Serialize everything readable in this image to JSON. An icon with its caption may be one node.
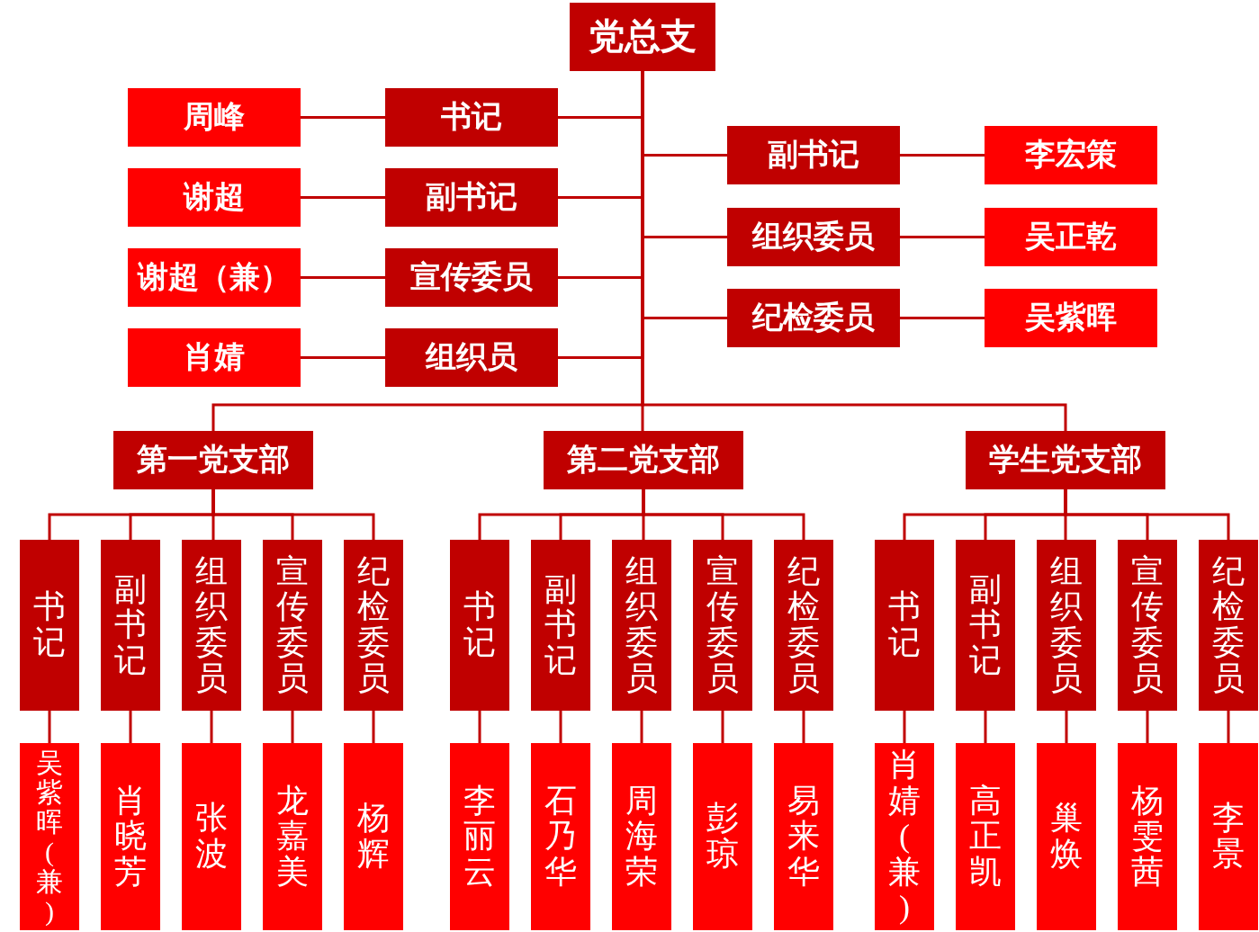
{
  "diagram": {
    "nodes": [
      {
        "text": [
          "党总支"
        ]
      },
      {
        "text": [
          "周峰"
        ]
      },
      {
        "text": [
          "书记"
        ]
      },
      {
        "text": [
          "谢超"
        ]
      },
      {
        "text": [
          "副书记"
        ]
      },
      {
        "text": [
          "谢超（兼）"
        ]
      },
      {
        "text": [
          "宣传委员"
        ]
      },
      {
        "text": [
          "肖婧"
        ]
      },
      {
        "text": [
          "组织员"
        ]
      },
      {
        "text": [
          "副书记"
        ]
      },
      {
        "text": [
          "李宏策"
        ]
      },
      {
        "text": [
          "组织委员"
        ]
      },
      {
        "text": [
          "吴正乾"
        ]
      },
      {
        "text": [
          "纪检委员"
        ]
      },
      {
        "text": [
          "吴紫晖"
        ]
      },
      {
        "text": [
          "第一党支部"
        ]
      },
      {
        "text": [
          "第二党支部"
        ]
      },
      {
        "text": [
          "学生党支部"
        ]
      },
      {
        "text": [
          "书记"
        ]
      },
      {
        "text": [
          "副书记"
        ]
      },
      {
        "text": [
          "组织委员"
        ]
      },
      {
        "text": [
          "宣传委员"
        ]
      },
      {
        "text": [
          "纪检委员"
        ]
      },
      {
        "text": [
          "书记"
        ]
      },
      {
        "text": [
          "副书记"
        ]
      },
      {
        "text": [
          "组织委员"
        ]
      },
      {
        "text": [
          "宣传委员"
        ]
      },
      {
        "text": [
          "纪检委员"
        ]
      },
      {
        "text": [
          "书记"
        ]
      },
      {
        "text": [
          "副书记"
        ]
      },
      {
        "text": [
          "组织委员"
        ]
      },
      {
        "text": [
          "宣传委员"
        ]
      },
      {
        "text": [
          "纪检委员"
        ]
      },
      {
        "text": [
          "吴紫晖(兼)"
        ]
      },
      {
        "text": [
          "肖晓芳"
        ]
      },
      {
        "text": [
          "张波"
        ]
      },
      {
        "text": [
          "龙嘉美"
        ]
      },
      {
        "text": [
          "杨辉"
        ]
      },
      {
        "text": [
          "李丽云"
        ]
      },
      {
        "text": [
          "石乃华"
        ]
      },
      {
        "text": [
          "周海荣"
        ]
      },
      {
        "text": [
          "彭琼"
        ]
      },
      {
        "text": [
          "易来华"
        ]
      },
      {
        "text": [
          "肖婧(兼)"
        ]
      },
      {
        "text": [
          "高正凯"
        ]
      },
      {
        "text": [
          "巢焕"
        ]
      },
      {
        "text": [
          "杨雯茜"
        ]
      },
      {
        "text": [
          "李景"
        ]
      }
    ],
    "edges": [
      {
        "from": 0,
        "to": 2,
        "arrow": "none"
      },
      {
        "from": 2,
        "to": 1,
        "arrow": "none"
      },
      {
        "from": 0,
        "to": 4,
        "arrow": "none"
      },
      {
        "from": 4,
        "to": 3,
        "arrow": "none"
      },
      {
        "from": 0,
        "to": 6,
        "arrow": "none"
      },
      {
        "from": 6,
        "to": 5,
        "arrow": "none"
      },
      {
        "from": 0,
        "to": 8,
        "arrow": "none"
      },
      {
        "from": 8,
        "to": 7,
        "arrow": "none"
      },
      {
        "from": 0,
        "to": 9,
        "arrow": "none"
      },
      {
        "from": 9,
        "to": 10,
        "arrow": "none"
      },
      {
        "from": 0,
        "to": 11,
        "arrow": "none"
      },
      {
        "from": 11,
        "to": 12,
        "arrow": "none"
      },
      {
        "from": 0,
        "to": 13,
        "arrow": "none"
      },
      {
        "from": 13,
        "to": 14,
        "arrow": "none"
      },
      {
        "from": 0,
        "to": 15,
        "arrow": "none"
      },
      {
        "from": 0,
        "to": 16,
        "arrow": "none"
      },
      {
        "from": 0,
        "to": 17,
        "arrow": "none"
      },
      {
        "from": 15,
        "to": 18,
        "arrow": "none"
      },
      {
        "from": 15,
        "to": 19,
        "arrow": "none"
      },
      {
        "from": 15,
        "to": 20,
        "arrow": "none"
      },
      {
        "from": 15,
        "to": 21,
        "arrow": "none"
      },
      {
        "from": 15,
        "to": 22,
        "arrow": "none"
      },
      {
        "from": 16,
        "to": 23,
        "arrow": "none"
      },
      {
        "from": 16,
        "to": 24,
        "arrow": "none"
      },
      {
        "from": 16,
        "to": 25,
        "arrow": "none"
      },
      {
        "from": 16,
        "to": 26,
        "arrow": "none"
      },
      {
        "from": 16,
        "to": 27,
        "arrow": "none"
      },
      {
        "from": 17,
        "to": 28,
        "arrow": "none"
      },
      {
        "from": 17,
        "to": 29,
        "arrow": "none"
      },
      {
        "from": 17,
        "to": 30,
        "arrow": "none"
      },
      {
        "from": 17,
        "to": 31,
        "arrow": "none"
      },
      {
        "from": 17,
        "to": 32,
        "arrow": "none"
      },
      {
        "from": 18,
        "to": 33,
        "arrow": "none"
      },
      {
        "from": 19,
        "to": 34,
        "arrow": "none"
      },
      {
        "from": 20,
        "to": 35,
        "arrow": "none"
      },
      {
        "from": 21,
        "to": 36,
        "arrow": "none"
      },
      {
        "from": 22,
        "to": 37,
        "arrow": "none"
      },
      {
        "from": 23,
        "to": 38,
        "arrow": "none"
      },
      {
        "from": 24,
        "to": 39,
        "arrow": "none"
      },
      {
        "from": 25,
        "to": 40,
        "arrow": "none"
      },
      {
        "from": 26,
        "to": 41,
        "arrow": "none"
      },
      {
        "from": 27,
        "to": 42,
        "arrow": "none"
      },
      {
        "from": 28,
        "to": 43,
        "arrow": "none"
      },
      {
        "from": 29,
        "to": 44,
        "arrow": "none"
      },
      {
        "from": 30,
        "to": 45,
        "arrow": "none"
      },
      {
        "from": 31,
        "to": 46,
        "arrow": "none"
      },
      {
        "from": 32,
        "to": 47,
        "arrow": "none"
      }
    ]
  }
}
